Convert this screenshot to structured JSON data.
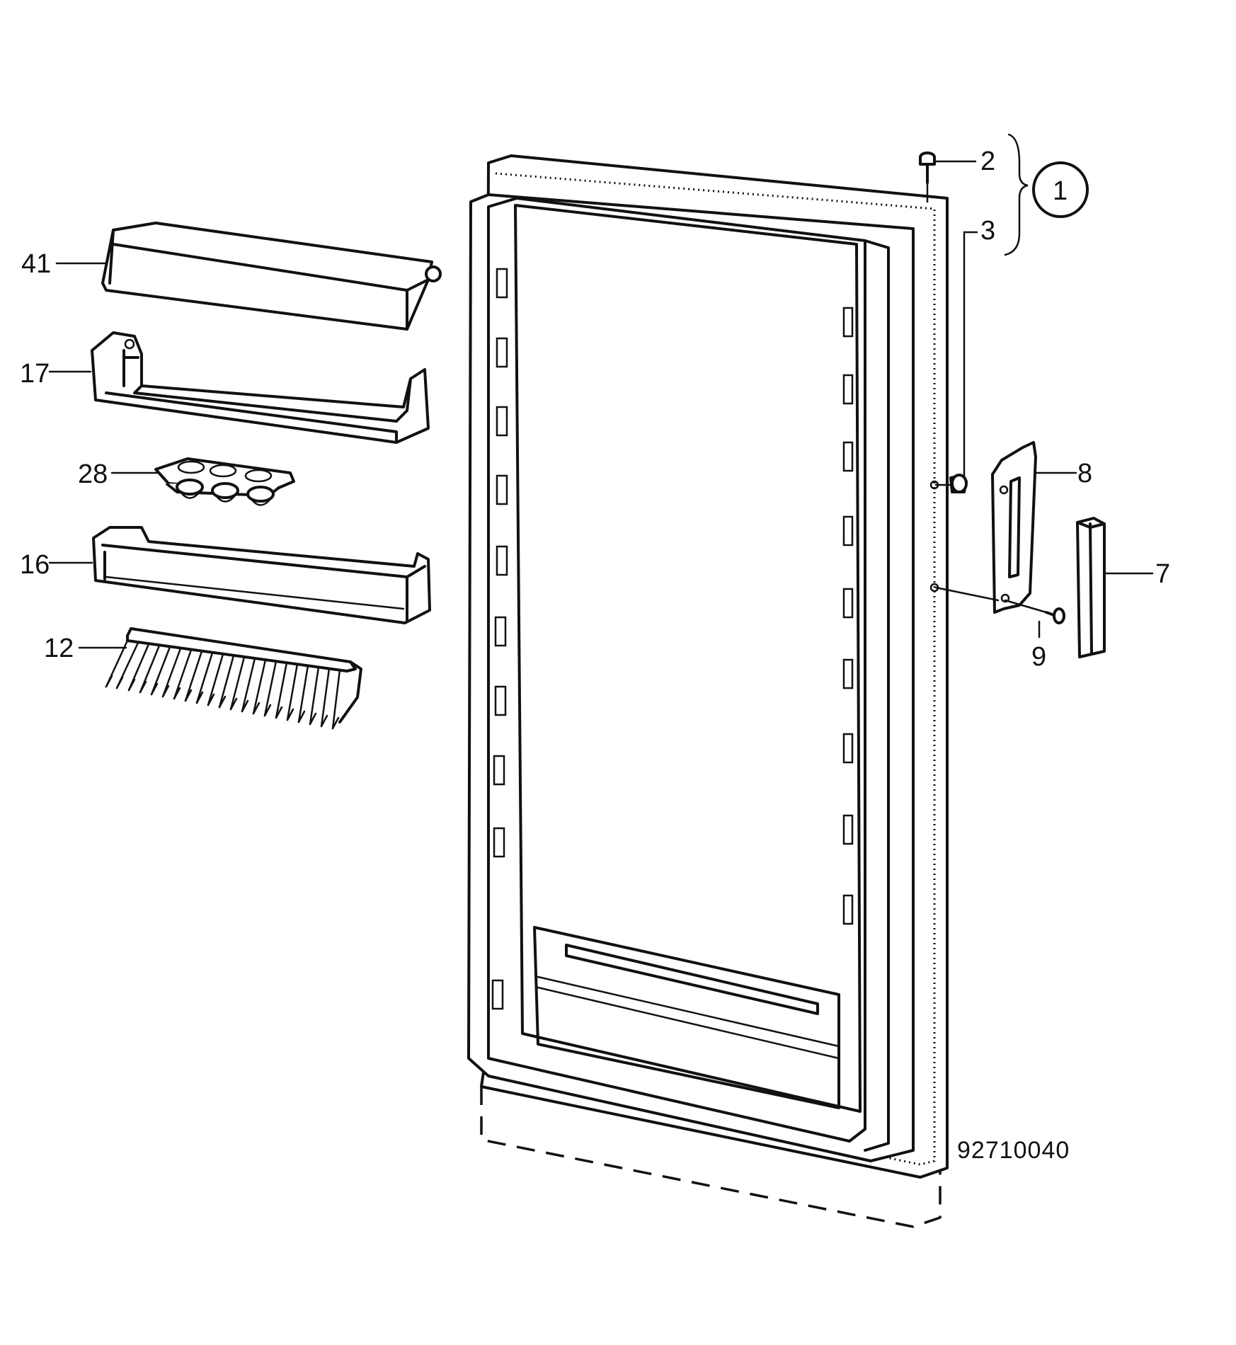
{
  "diagram": {
    "callouts": {
      "p41": "41",
      "p17": "17",
      "p28": "28",
      "p16": "16",
      "p12": "12",
      "p2": "2",
      "p3": "3",
      "p1": "1",
      "p8": "8",
      "p7": "7",
      "p9": "9"
    },
    "drawing_code": "92710040"
  }
}
